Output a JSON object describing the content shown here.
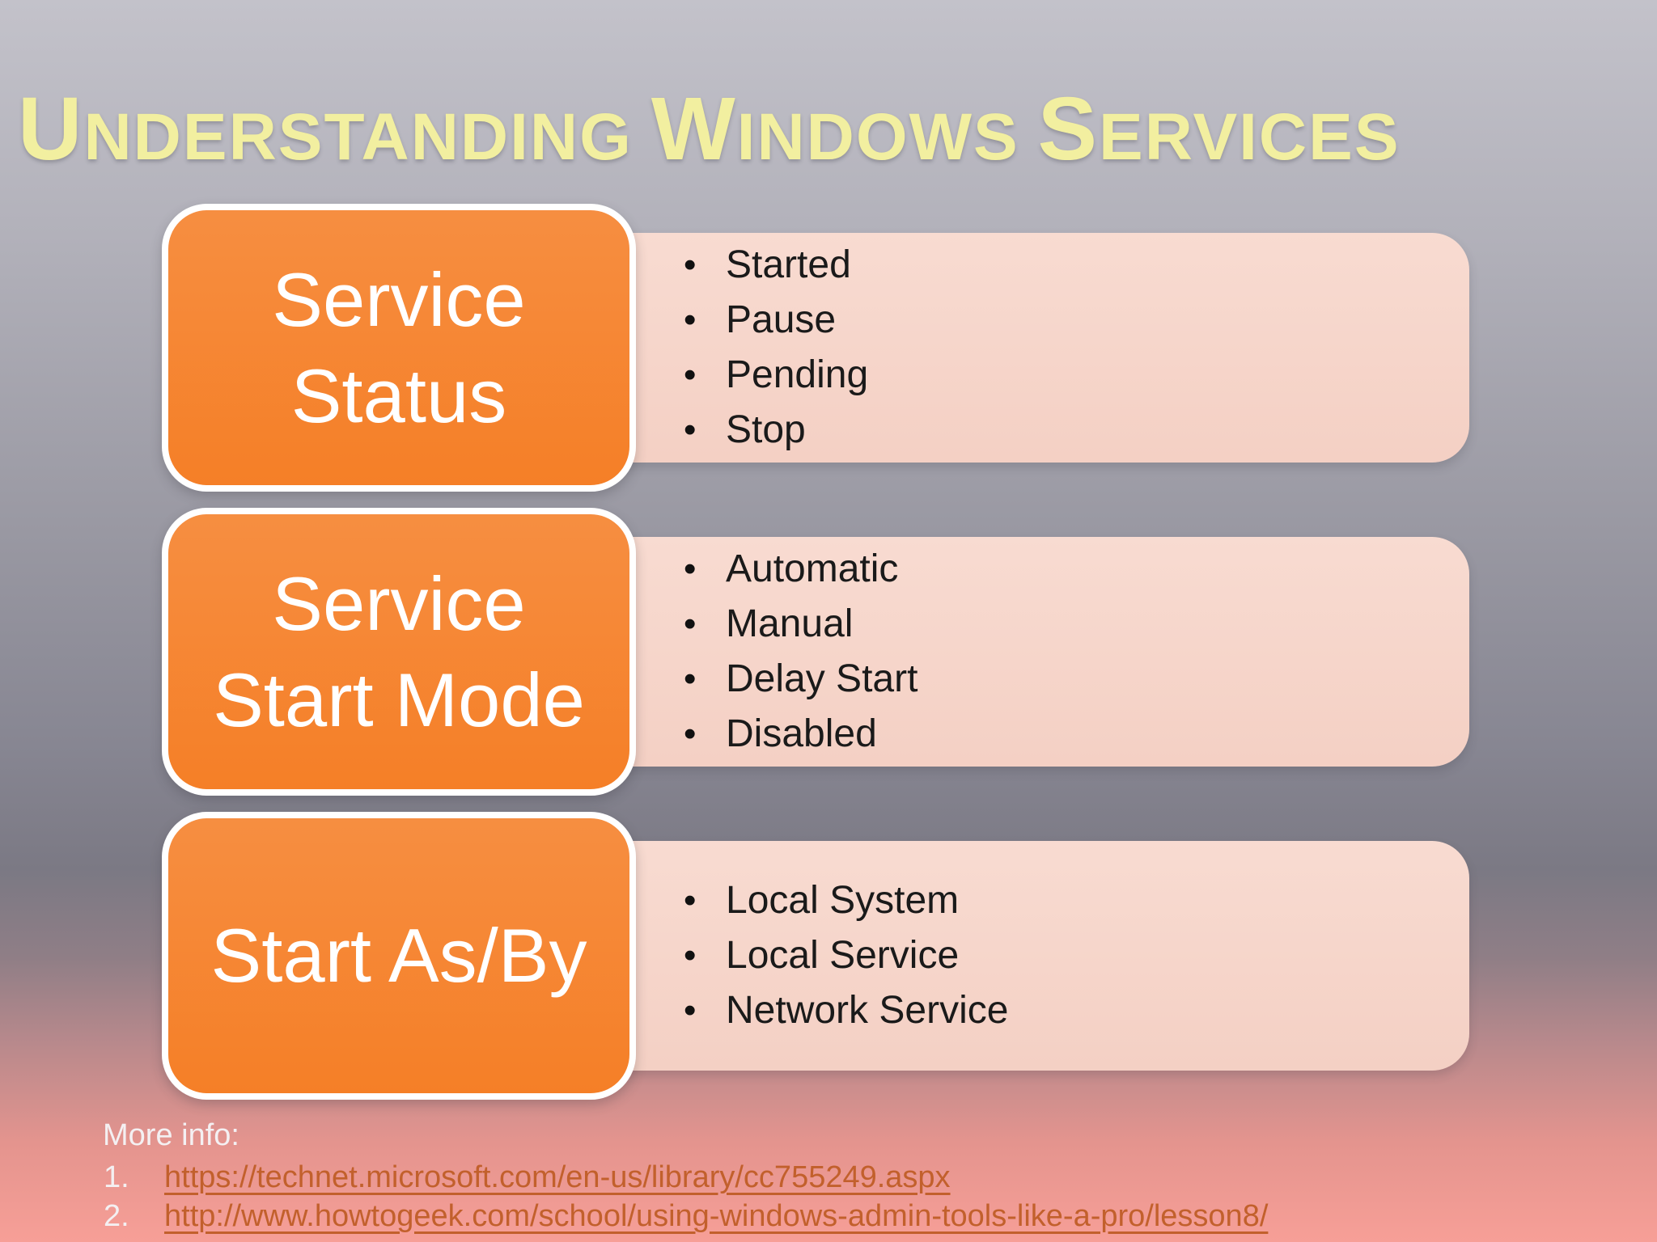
{
  "slide": {
    "title": "Understanding Windows Services",
    "rows": [
      {
        "label": "Service Status",
        "label_lines": [
          "Service",
          "Status"
        ],
        "items": [
          "Started",
          "Pause",
          "Pending",
          "Stop"
        ]
      },
      {
        "label": "Service Start Mode",
        "label_lines": [
          "Service",
          "Start Mode"
        ],
        "items": [
          "Automatic",
          "Manual",
          "Delay Start",
          "Disabled"
        ]
      },
      {
        "label": "Start As/By",
        "label_lines": [
          "Start As/By"
        ],
        "items": [
          "Local System",
          "Local Service",
          "Network Service"
        ]
      }
    ],
    "footer": {
      "heading": "More info:",
      "links": [
        "https://technet.microsoft.com/en-us/library/cc755249.aspx",
        "http://www.howtogeek.com/school/using-windows-admin-tools-like-a-pro/lesson8/"
      ]
    },
    "colors": {
      "title_text": "#f2efa0",
      "box_fill": "#f5842f",
      "box_border": "#ffffff",
      "box_text": "#ffffff",
      "panel_fill": "#f6d5ca",
      "bullet_text": "#1a1a1a",
      "footer_text": "#f4f0f2",
      "link_text": "#c2602c",
      "bg_top": "#c3c2ca",
      "bg_middle": "#7b7984",
      "bg_bottom": "#f79f97"
    }
  }
}
